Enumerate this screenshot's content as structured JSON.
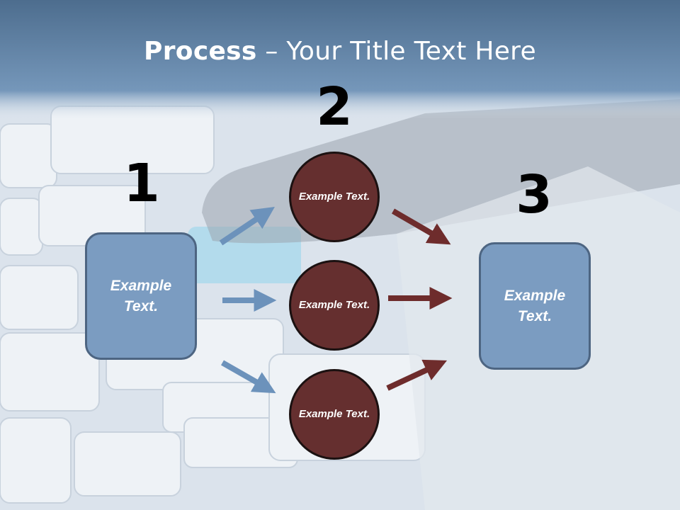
{
  "title": {
    "bold": "Process",
    "rest": " – Your Title Text Here"
  },
  "steps": {
    "one": "1",
    "two": "2",
    "three": "3"
  },
  "boxes": {
    "left": "Example Text.",
    "right": "Example Text."
  },
  "circles": {
    "top": "Example Text.",
    "middle": "Example Text.",
    "bottom": "Example Text."
  },
  "colors": {
    "header": "#6f8fae",
    "box_fill": "#7b9cc1",
    "circle_fill": "#652f2f",
    "arrow_blue": "#6c92bb",
    "arrow_red": "#6e2c2c"
  }
}
